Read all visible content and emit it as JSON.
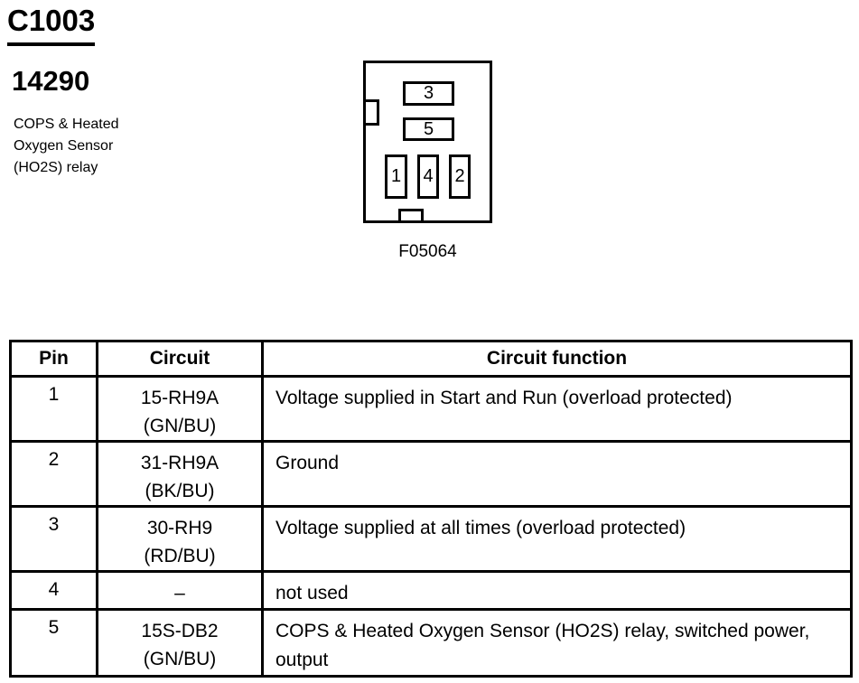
{
  "page": {
    "connector_id": "C1003",
    "part_number": "14290",
    "description_lines": {
      "line1": "COPS & Heated",
      "line2": "Oxygen Sensor",
      "line3": "(HO2S) relay"
    },
    "figure_caption": "F05064"
  },
  "connector_diagram": {
    "cavities": [
      {
        "label": "3"
      },
      {
        "label": "5"
      },
      {
        "label": "1"
      },
      {
        "label": "4"
      },
      {
        "label": "2"
      }
    ]
  },
  "table": {
    "headers": [
      "Pin",
      "Circuit",
      "Circuit function"
    ],
    "rows": [
      {
        "pin": "1",
        "circuit": "15-RH9A",
        "color_code": "(GN/BU)",
        "function": "Voltage supplied in Start and Run (overload protected)"
      },
      {
        "pin": "2",
        "circuit": "31-RH9A",
        "color_code": "(BK/BU)",
        "function": "Ground"
      },
      {
        "pin": "3",
        "circuit": "30-RH9",
        "color_code": "(RD/BU)",
        "function": "Voltage supplied at all times (overload protected)"
      },
      {
        "pin": "4",
        "circuit": "–",
        "color_code": "",
        "function": "not used"
      },
      {
        "pin": "5",
        "circuit": "15S-DB2",
        "color_code": "(GN/BU)",
        "function": "COPS & Heated Oxygen Sensor (HO2S) relay, switched power, output"
      }
    ]
  },
  "colors": {
    "ink": "#000000",
    "background": "#ffffff"
  }
}
